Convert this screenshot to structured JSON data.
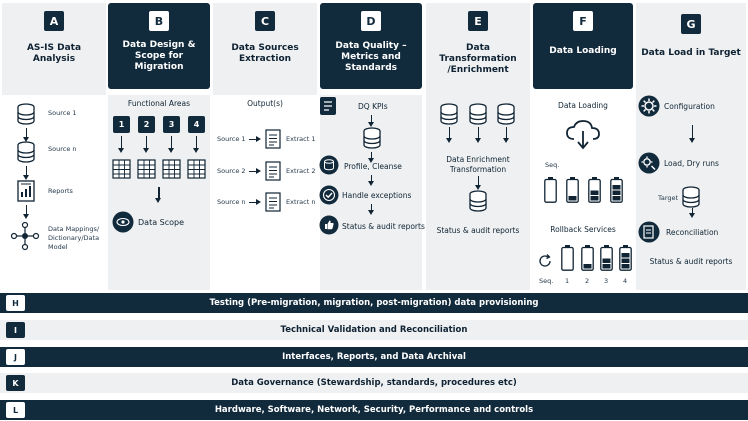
{
  "columns": {
    "a": {
      "letter": "A",
      "title": "AS-IS Data Analysis",
      "items": {
        "source1": "Source 1",
        "sourcen": "Source n",
        "reports": "Reports",
        "mappings_1": "Data Mappings/",
        "mappings_2": "Dictionary/Data",
        "mappings_3": "Model"
      }
    },
    "b": {
      "letter": "B",
      "title": "Data Design & Scope for Migration",
      "functional_areas": "Functional Areas",
      "numbers": [
        "1",
        "2",
        "3",
        "4"
      ],
      "data_scope": "Data Scope"
    },
    "c": {
      "letter": "C",
      "title": "Data Sources Extraction",
      "outputs": "Output(s)",
      "rows": [
        {
          "source": "Source 1",
          "extract": "Extract 1"
        },
        {
          "source": "Source 2",
          "extract": "Extract 2"
        },
        {
          "source": "Source n",
          "extract": "Extract n"
        }
      ]
    },
    "d": {
      "letter": "D",
      "title": "Data Quality – Metrics and Standards",
      "dq_kpis": "DQ KPIs",
      "profile": "Profile, Cleanse",
      "exceptions": "Handle exceptions",
      "status": "Status & audit reports"
    },
    "e": {
      "letter": "E",
      "title": "Data Transformation /Enrichment",
      "enrichment_1": "Data Enrichment",
      "enrichment_2": "Transformation",
      "status": "Status & audit reports"
    },
    "f": {
      "letter": "F",
      "title": "Data Loading",
      "loading": "Data Loading",
      "seq": "Seq.",
      "rollback": "Rollback Services",
      "seq_bottom": "Seq.",
      "seq_numbers": [
        "1",
        "2",
        "3",
        "4"
      ]
    },
    "g": {
      "letter": "G",
      "title": "Data Load in Target",
      "configuration": "Configuration",
      "load": "Load, Dry runs",
      "target": "Target",
      "reconciliation": "Reconciliation",
      "status": "Status & audit reports"
    }
  },
  "bands": [
    {
      "letter": "H",
      "text": "Testing (Pre-migration, migration, post-migration) data provisioning"
    },
    {
      "letter": "I",
      "text": "Technical Validation and Reconciliation"
    },
    {
      "letter": "J",
      "text": "Interfaces, Reports, and Data Archival"
    },
    {
      "letter": "K",
      "text": "Data Governance (Stewardship, standards, procedures etc)"
    },
    {
      "letter": "L",
      "text": "Hardware, Software, Network, Security, Performance and controls"
    }
  ],
  "colors": {
    "navy": "#112a3c",
    "light_grey": "#eef0f1",
    "white": "#ffffff"
  }
}
